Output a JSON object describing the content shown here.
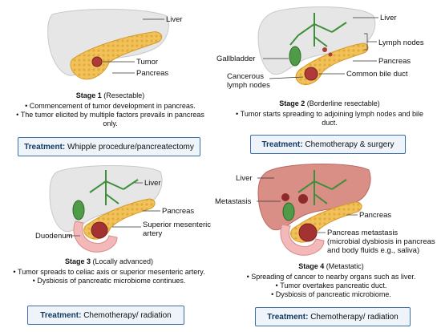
{
  "panels": [
    {
      "stage": "Stage 1",
      "subtitle": "(Resectable)",
      "bullets": [
        "Commencement of tumor development in pancreas.",
        "The tumor elicited by multiple factors prevails in pancreas only."
      ],
      "treatment_label": "Treatment:",
      "treatment": "Whipple procedure/pancreatectomy",
      "labels": {
        "liver": "Liver",
        "tumor": "Tumor",
        "pancreas": "Pancreas"
      }
    },
    {
      "stage": "Stage 2",
      "subtitle": "(Borderline resectable)",
      "bullets": [
        "Tumor starts spreading to adjoining lymph nodes and bile duct."
      ],
      "treatment_label": "Treatment:",
      "treatment": "Chemotherapy & surgery",
      "labels": {
        "liver": "Liver",
        "lymph_nodes": "Lymph nodes",
        "gallbladder": "Gallbladder",
        "pancreas": "Pancreas",
        "cancerous_lymph_nodes": "Cancerous lymph nodes",
        "common_bile_duct": "Common bile duct"
      }
    },
    {
      "stage": "Stage 3",
      "subtitle": "(Locally advanced)",
      "bullets": [
        "Tumor spreads to celiac axis or superior mesenteric artery.",
        "Dysbiosis of pancreatic microbiome continues."
      ],
      "treatment_label": "Treatment:",
      "treatment": "Chemotherapy/ radiation",
      "labels": {
        "liver": "Liver",
        "pancreas": "Pancreas",
        "superior_mesenteric_artery": "Superior mesenteric artery",
        "duodenum": "Duodenum"
      }
    },
    {
      "stage": "Stage 4",
      "subtitle": "(Metastatic)",
      "bullets": [
        "Spreading of cancer to nearby organs such as liver.",
        "Tumor overtakes pancreatic duct.",
        "Dysbiosis of pancreatic microbiome."
      ],
      "treatment_label": "Treatment:",
      "treatment": "Chemotherapy/ radiation",
      "labels": {
        "liver": "Liver",
        "metastasis": "Metastasis",
        "pancreas": "Pancreas",
        "pancreas_metastasis": "Pancreas metastasis",
        "pancreas_metastasis_note": "(microbial dysbiosis in pancreas and body fluids e.g., saliva)"
      }
    }
  ],
  "colors": {
    "liver_healthy": "#e6e6e6",
    "liver_diseased": "#d98e86",
    "pancreas": "#f2c25a",
    "tumor": "#b03a3a",
    "vessels": "#3e8f3a",
    "duodenum": "#f3b8b8",
    "treatment_border": "#3a6fa8"
  }
}
